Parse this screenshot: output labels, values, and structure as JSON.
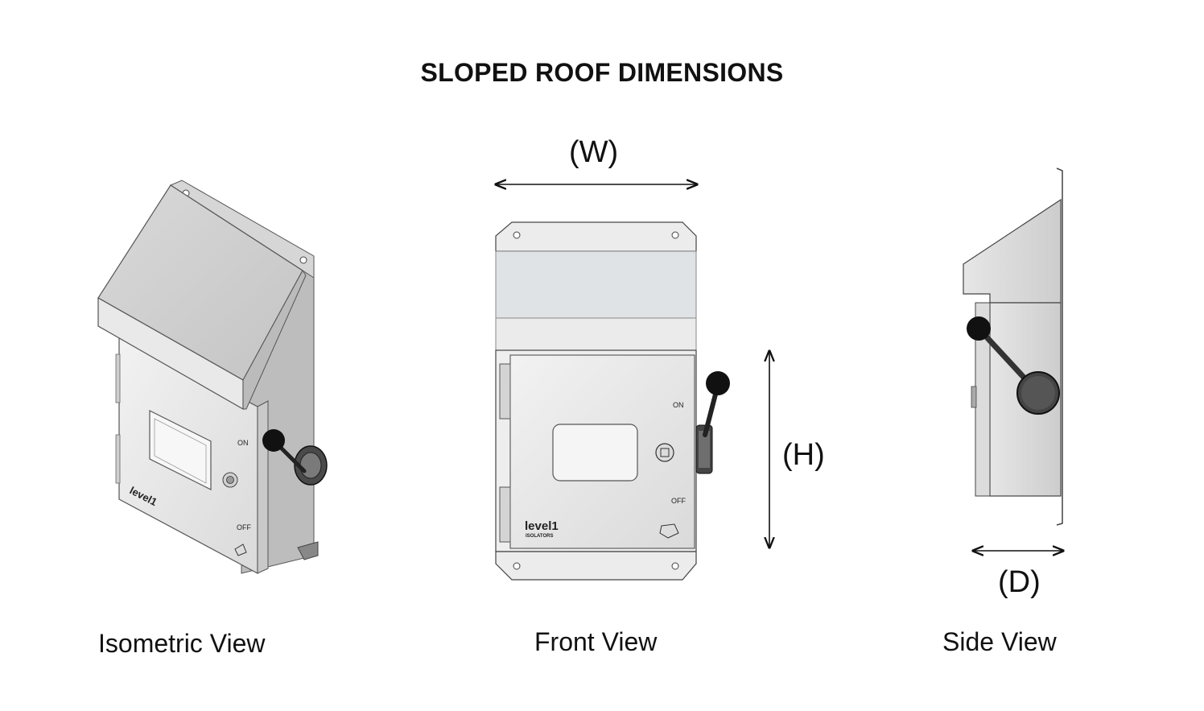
{
  "title": "SLOPED ROOF DIMENSIONS",
  "dimensions": {
    "width": "(W)",
    "height": "(H)",
    "depth": "(D)"
  },
  "views": {
    "isometric": "Isometric View",
    "front": "Front View",
    "side": "Side View"
  },
  "product": {
    "switch_on": "ON",
    "switch_off": "OFF",
    "logo": "level1",
    "logo_sub": "ISOLATORS"
  },
  "colors": {
    "metal": "#e4e4e4",
    "metal_shade": "#cfcfcf",
    "roof_band": "#dde2e5",
    "handle": "#111111"
  }
}
